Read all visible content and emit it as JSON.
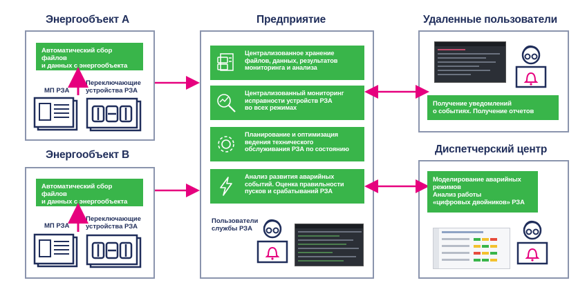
{
  "titles": {
    "energy_a": "Энергообъект А",
    "energy_b": "Энергообъект В",
    "enterprise": "Предприятие",
    "remote": "Удаленные пользователи",
    "dispatch": "Диспетчерский центр"
  },
  "energy_a": {
    "collect": "Автоматический сбор файлов\nи данных с энергообъекта",
    "mp_label": "МП РЗА",
    "switch_label": "Переключающие\nустройства РЗА"
  },
  "energy_b": {
    "collect": "Автоматический сбор файлов\nи данных с энергообъекта",
    "mp_label": "МП РЗА",
    "switch_label": "Переключающие\nустройства РЗА"
  },
  "enterprise": {
    "items": [
      {
        "text": "Централизованное хранение\nфайлов, данных, результатов\nмониторинга и анализа",
        "icon": "database-icon"
      },
      {
        "text": "Централизованный мониторинг\nисправности устройств РЗА\nво всех режимах",
        "icon": "magnifier-chart-icon"
      },
      {
        "text": "Планирование и оптимизация\nведения технического\nобслуживания РЗА по состоянию",
        "icon": "gear-icon"
      },
      {
        "text": "Анализ развития аварийных\nсобытий. Оценка правильности\nпусков и срабатываний РЗА",
        "icon": "lightning-icon"
      }
    ],
    "users_label": "Пользователи\nслужбы РЗА"
  },
  "remote": {
    "notify": "Получение уведомлений\nо событиях. Получение отчетов"
  },
  "dispatch": {
    "model": "Моделирование аварийных\nрежимов\nАнализ работы\n«цифровых двойников» РЗА"
  },
  "colors": {
    "green": "#39b54a",
    "navy": "#1f2d5a",
    "magenta": "#e6007e",
    "frame": "#8a94ad"
  }
}
